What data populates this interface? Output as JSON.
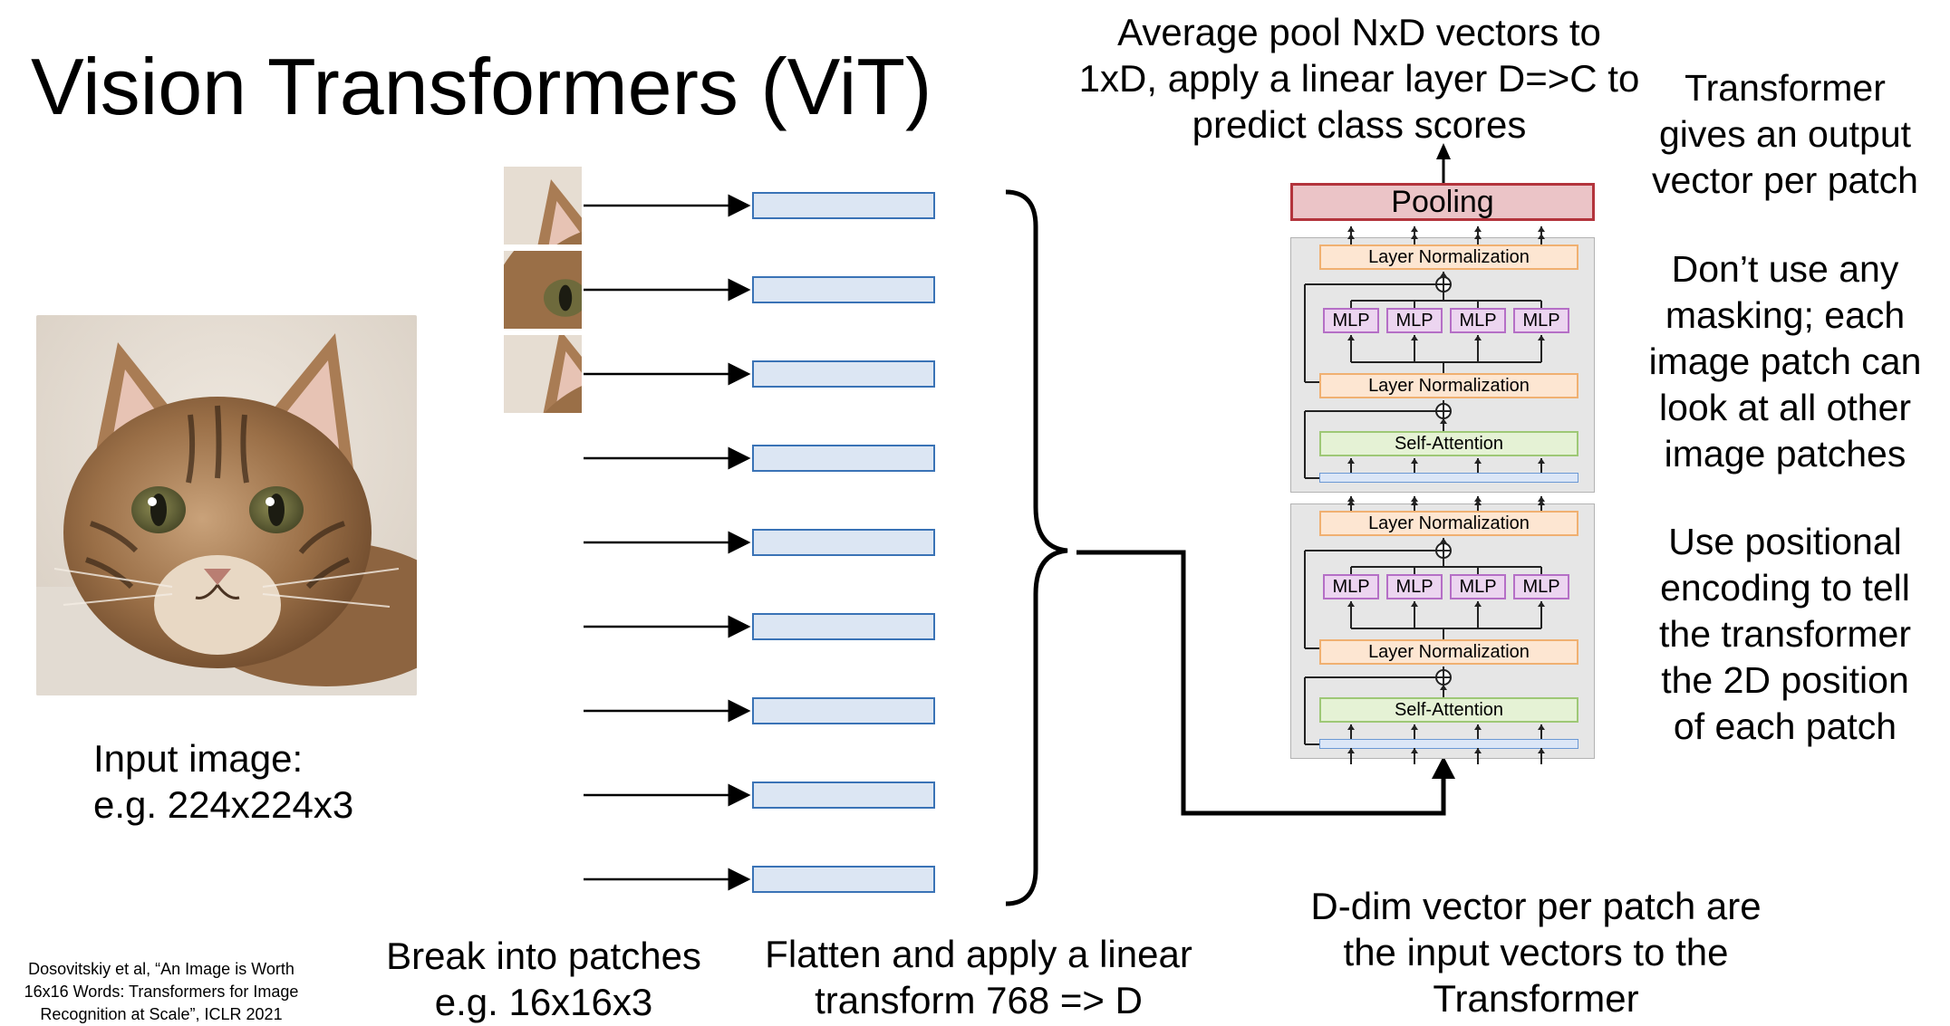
{
  "title": "Vision Transformers (ViT)",
  "input_caption": [
    "Input image:",
    "e.g. 224x224x3"
  ],
  "patches_caption": [
    "Break into patches",
    "e.g. 16x16x3"
  ],
  "flatten_caption": [
    "Flatten and apply a linear",
    "transform 768 => D"
  ],
  "dvec_caption": [
    "D-dim vector per patch are",
    "the input vectors to the",
    "Transformer"
  ],
  "top_caption": [
    "Average pool NxD vectors to",
    "1xD, apply a linear layer D=>C to",
    "predict class scores"
  ],
  "side_notes": [
    [
      "Transformer",
      "gives an output",
      "vector per patch"
    ],
    [
      "Don’t use any",
      "masking; each",
      "image patch can",
      "look at all other",
      "image patches"
    ],
    [
      "Use positional",
      "encoding to tell",
      "the transformer",
      "the 2D position",
      "of each patch"
    ]
  ],
  "citation": [
    "Dosovitskiy et al, “An Image is Worth",
    "16x16 Words: Transformers for Image",
    "Recognition at Scale”, ICLR 2021"
  ],
  "transformer": {
    "pooling_label": "Pooling",
    "layer_norm_label": "Layer Normalization",
    "self_attention_label": "Self-Attention",
    "mlp_labels": [
      "MLP",
      "MLP",
      "MLP",
      "MLP"
    ]
  },
  "colors": {
    "vector_fill": "#dce6f3",
    "vector_border": "#3a73b6",
    "pooling_fill": "#ebc4c7",
    "pooling_border": "#b3343c",
    "layer_norm_fill": "#fde6d2",
    "self_attention_fill": "#e5f2d5",
    "mlp_fill": "#ecd5f0"
  }
}
